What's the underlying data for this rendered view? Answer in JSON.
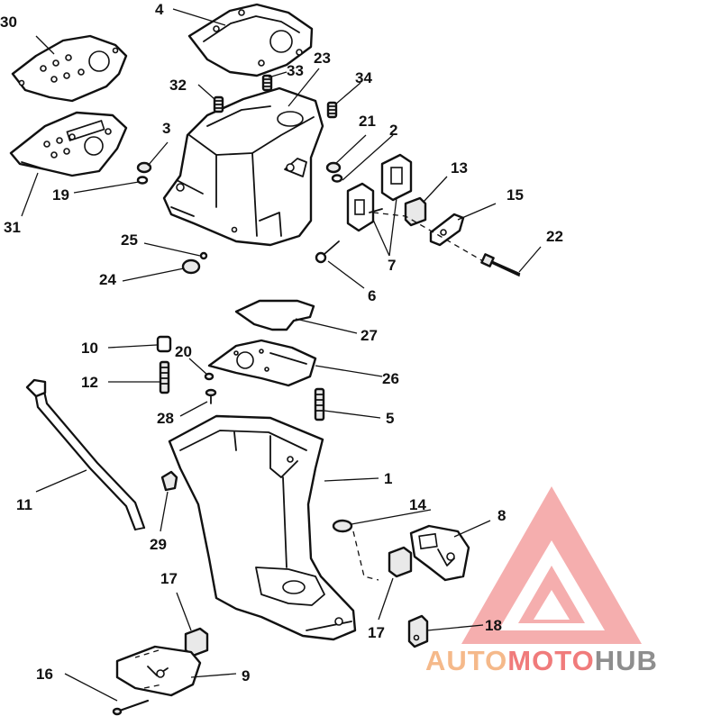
{
  "diagram": {
    "callouts": [
      {
        "id": "c1",
        "label": "1"
      },
      {
        "id": "c2",
        "label": "2"
      },
      {
        "id": "c3",
        "label": "3"
      },
      {
        "id": "c4",
        "label": "4"
      },
      {
        "id": "c5",
        "label": "5"
      },
      {
        "id": "c6",
        "label": "6"
      },
      {
        "id": "c7",
        "label": "7"
      },
      {
        "id": "c8",
        "label": "8"
      },
      {
        "id": "c9",
        "label": "9"
      },
      {
        "id": "c10",
        "label": "10"
      },
      {
        "id": "c11",
        "label": "11"
      },
      {
        "id": "c12",
        "label": "12"
      },
      {
        "id": "c13",
        "label": "13"
      },
      {
        "id": "c14",
        "label": "14"
      },
      {
        "id": "c15",
        "label": "15"
      },
      {
        "id": "c16",
        "label": "16"
      },
      {
        "id": "c17a",
        "label": "17"
      },
      {
        "id": "c17b",
        "label": "17"
      },
      {
        "id": "c18",
        "label": "18"
      },
      {
        "id": "c19",
        "label": "19"
      },
      {
        "id": "c20",
        "label": "20"
      },
      {
        "id": "c21",
        "label": "21"
      },
      {
        "id": "c22",
        "label": "22"
      },
      {
        "id": "c23",
        "label": "23"
      },
      {
        "id": "c24",
        "label": "24"
      },
      {
        "id": "c25",
        "label": "25"
      },
      {
        "id": "c26",
        "label": "26"
      },
      {
        "id": "c27",
        "label": "27"
      },
      {
        "id": "c28",
        "label": "28"
      },
      {
        "id": "c29",
        "label": "29"
      },
      {
        "id": "c30",
        "label": "30"
      },
      {
        "id": "c31",
        "label": "31"
      },
      {
        "id": "c32",
        "label": "32"
      },
      {
        "id": "c33",
        "label": "33"
      },
      {
        "id": "c34",
        "label": "34"
      }
    ]
  },
  "watermark": {
    "text_part1": "AUTO",
    "text_part2": "MOTO",
    "text_part3": "HUB",
    "color_orange": "#f5b98a",
    "color_red": "#f07b7b",
    "color_gray": "#8e8e8e"
  }
}
